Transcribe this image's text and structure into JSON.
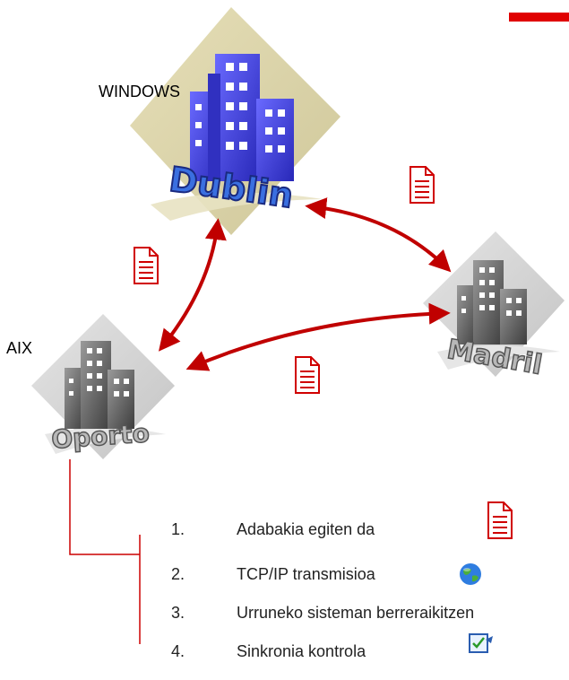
{
  "cities": {
    "dublin": {
      "name": "Dublin",
      "os": "WINDOWS"
    },
    "madrid": {
      "name": "Madril"
    },
    "oporto": {
      "name": "Oporto",
      "os": "AIX"
    }
  },
  "steps": [
    {
      "number": "1.",
      "text": "Adabakia egiten da",
      "icon": "document-icon"
    },
    {
      "number": "2.",
      "text": "TCP/IP transmisioa",
      "icon": "globe-icon"
    },
    {
      "number": "3.",
      "text": "Urruneko sisteman berreraikitzen",
      "icon": ""
    },
    {
      "number": "4.",
      "text": "Sinkronia kontrola",
      "icon": "checklist-icon"
    }
  ],
  "colors": {
    "arrow": "#c00000",
    "accent_bar": "#e00000",
    "dublin_building": "#4a4ae8",
    "grey_building": "#6e6e6e",
    "diamond": "#ddd6b0",
    "connector": "#cc0000"
  }
}
